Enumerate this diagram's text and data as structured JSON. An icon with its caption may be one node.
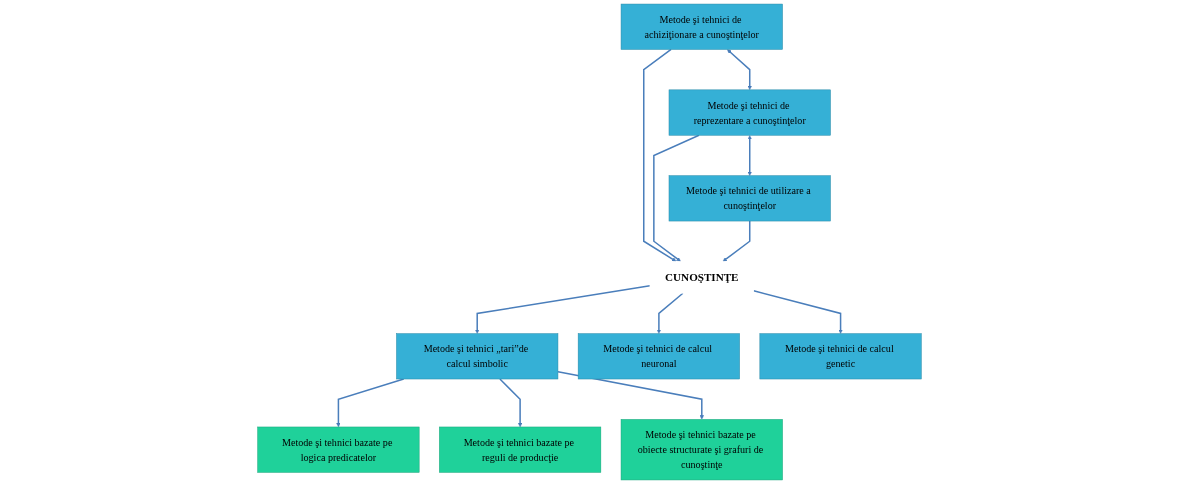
{
  "diagram": {
    "nodes": [
      {
        "text": [
          "Metode şi tehnici de achiziţionare a cunoştinţelor"
        ]
      },
      {
        "text": [
          "Metode şi tehnici de reprezentare a cunoştinţelor"
        ]
      },
      {
        "text": [
          "Metode şi tehnici de utilizare a cunoştinţelor"
        ]
      },
      {
        "text": [
          "CUNOŞTINŢE"
        ]
      },
      {
        "text": [
          "Metode şi tehnici „tari”de calcul simbolic"
        ]
      },
      {
        "text": [
          "Metode şi tehnici de calcul neuronal"
        ]
      },
      {
        "text": [
          "Metode şi tehnici de calcul genetic"
        ]
      },
      {
        "text": [
          "Metode şi tehnici bazate pe logica predicatelor"
        ]
      },
      {
        "text": [
          "Metode şi tehnici bazate pe reguli de producţie"
        ]
      },
      {
        "text": [
          "Metode şi tehnici bazate pe obiecte structurate şi grafuri de cunoştinţe"
        ]
      }
    ],
    "edges": [
      {
        "from": 0,
        "to": 1,
        "arrow": "both"
      },
      {
        "from": 1,
        "to": 2,
        "arrow": "both"
      },
      {
        "from": 0,
        "to": 3,
        "arrow": "to"
      },
      {
        "from": 1,
        "to": 3,
        "arrow": "to"
      },
      {
        "from": 2,
        "to": 3,
        "arrow": "to"
      },
      {
        "from": 3,
        "to": 4,
        "arrow": "to"
      },
      {
        "from": 3,
        "to": 5,
        "arrow": "to"
      },
      {
        "from": 3,
        "to": 6,
        "arrow": "to"
      },
      {
        "from": 4,
        "to": 7,
        "arrow": "to"
      },
      {
        "from": 4,
        "to": 8,
        "arrow": "to"
      },
      {
        "from": 4,
        "to": 9,
        "arrow": "to"
      }
    ]
  }
}
